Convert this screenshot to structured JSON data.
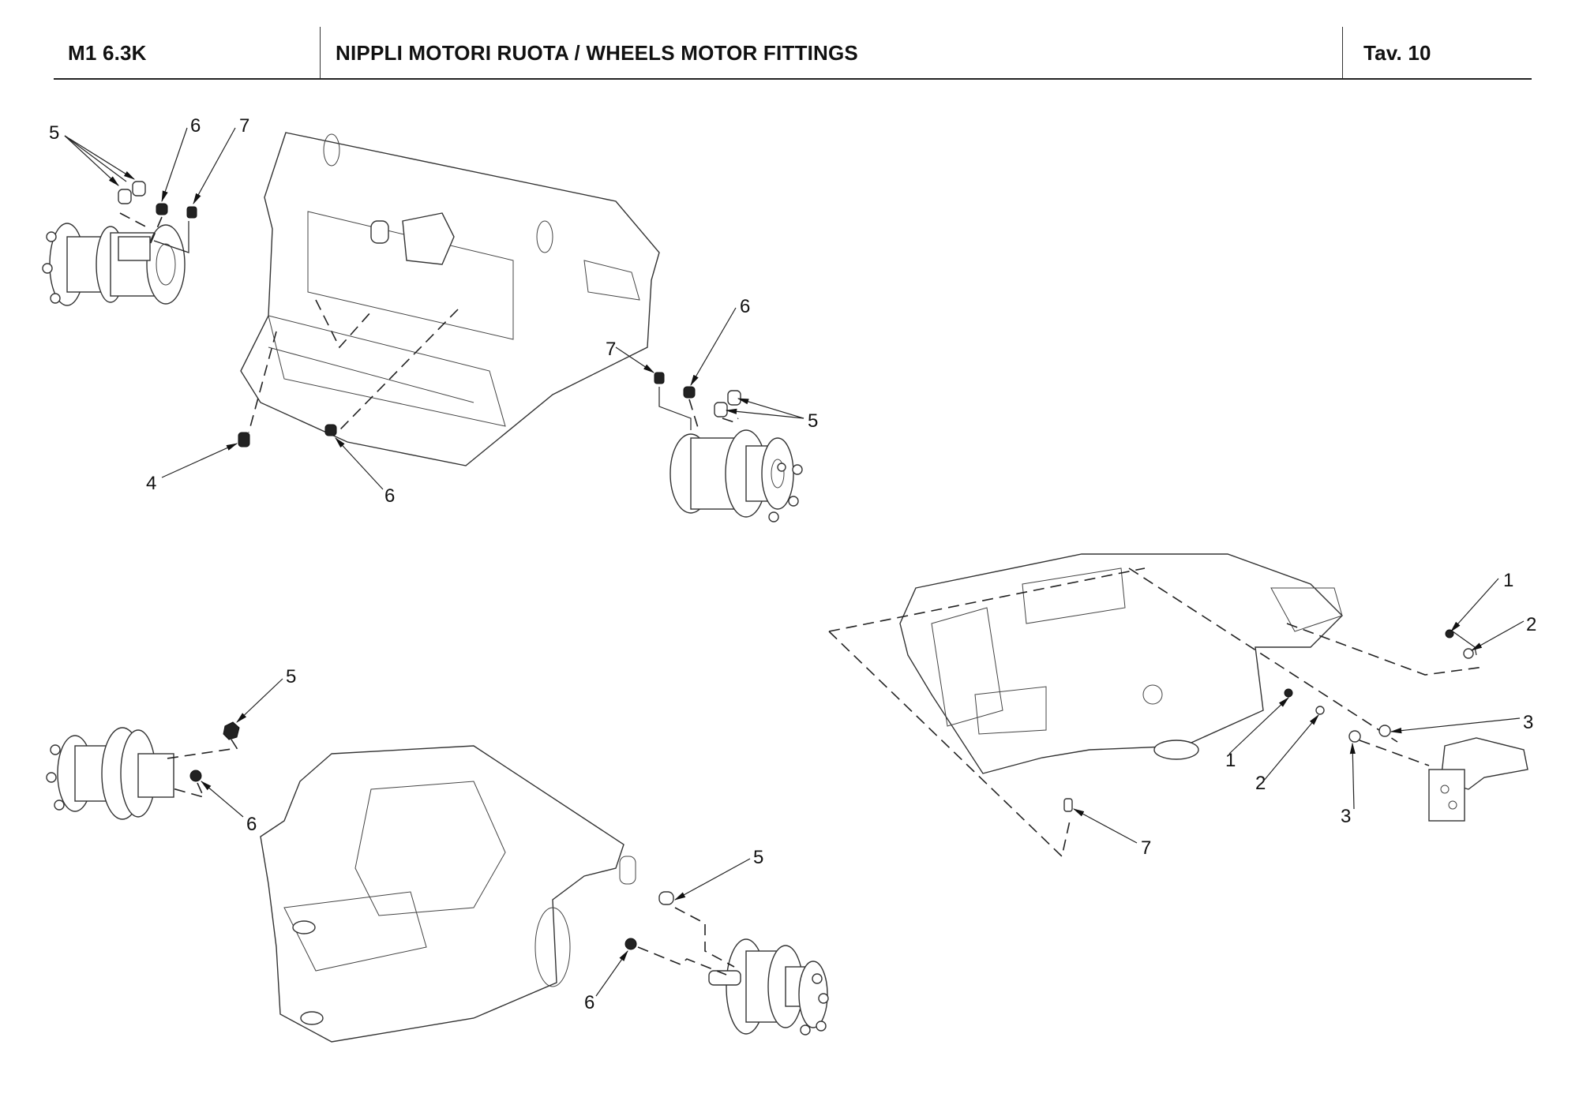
{
  "header": {
    "model": "M1 6.3K",
    "title": "NIPPLI MOTORI RUOTA / WHEELS MOTOR FITTINGS",
    "table_ref": "Tav.  10"
  },
  "views": [
    {
      "name": "top-left-view",
      "callouts": [
        "5",
        "6",
        "7",
        "4",
        "6",
        "7",
        "6",
        "5"
      ]
    },
    {
      "name": "bottom-left-view",
      "callouts": [
        "5",
        "6",
        "5",
        "6"
      ]
    },
    {
      "name": "right-view",
      "callouts": [
        "1",
        "2",
        "3",
        "1",
        "2",
        "3",
        "7"
      ]
    }
  ],
  "callouts": {
    "tl_5": "5",
    "tl_6": "6",
    "tl_7": "7",
    "tl_4": "4",
    "tl_6b": "6",
    "tm_7": "7",
    "tm_6": "6",
    "tm_5": "5",
    "bl_5": "5",
    "bl_6": "6",
    "bm_5": "5",
    "bm_6": "6",
    "r_1a": "1",
    "r_2a": "2",
    "r_3a": "3",
    "r_1b": "1",
    "r_2b": "2",
    "r_3b": "3",
    "r_7": "7"
  }
}
